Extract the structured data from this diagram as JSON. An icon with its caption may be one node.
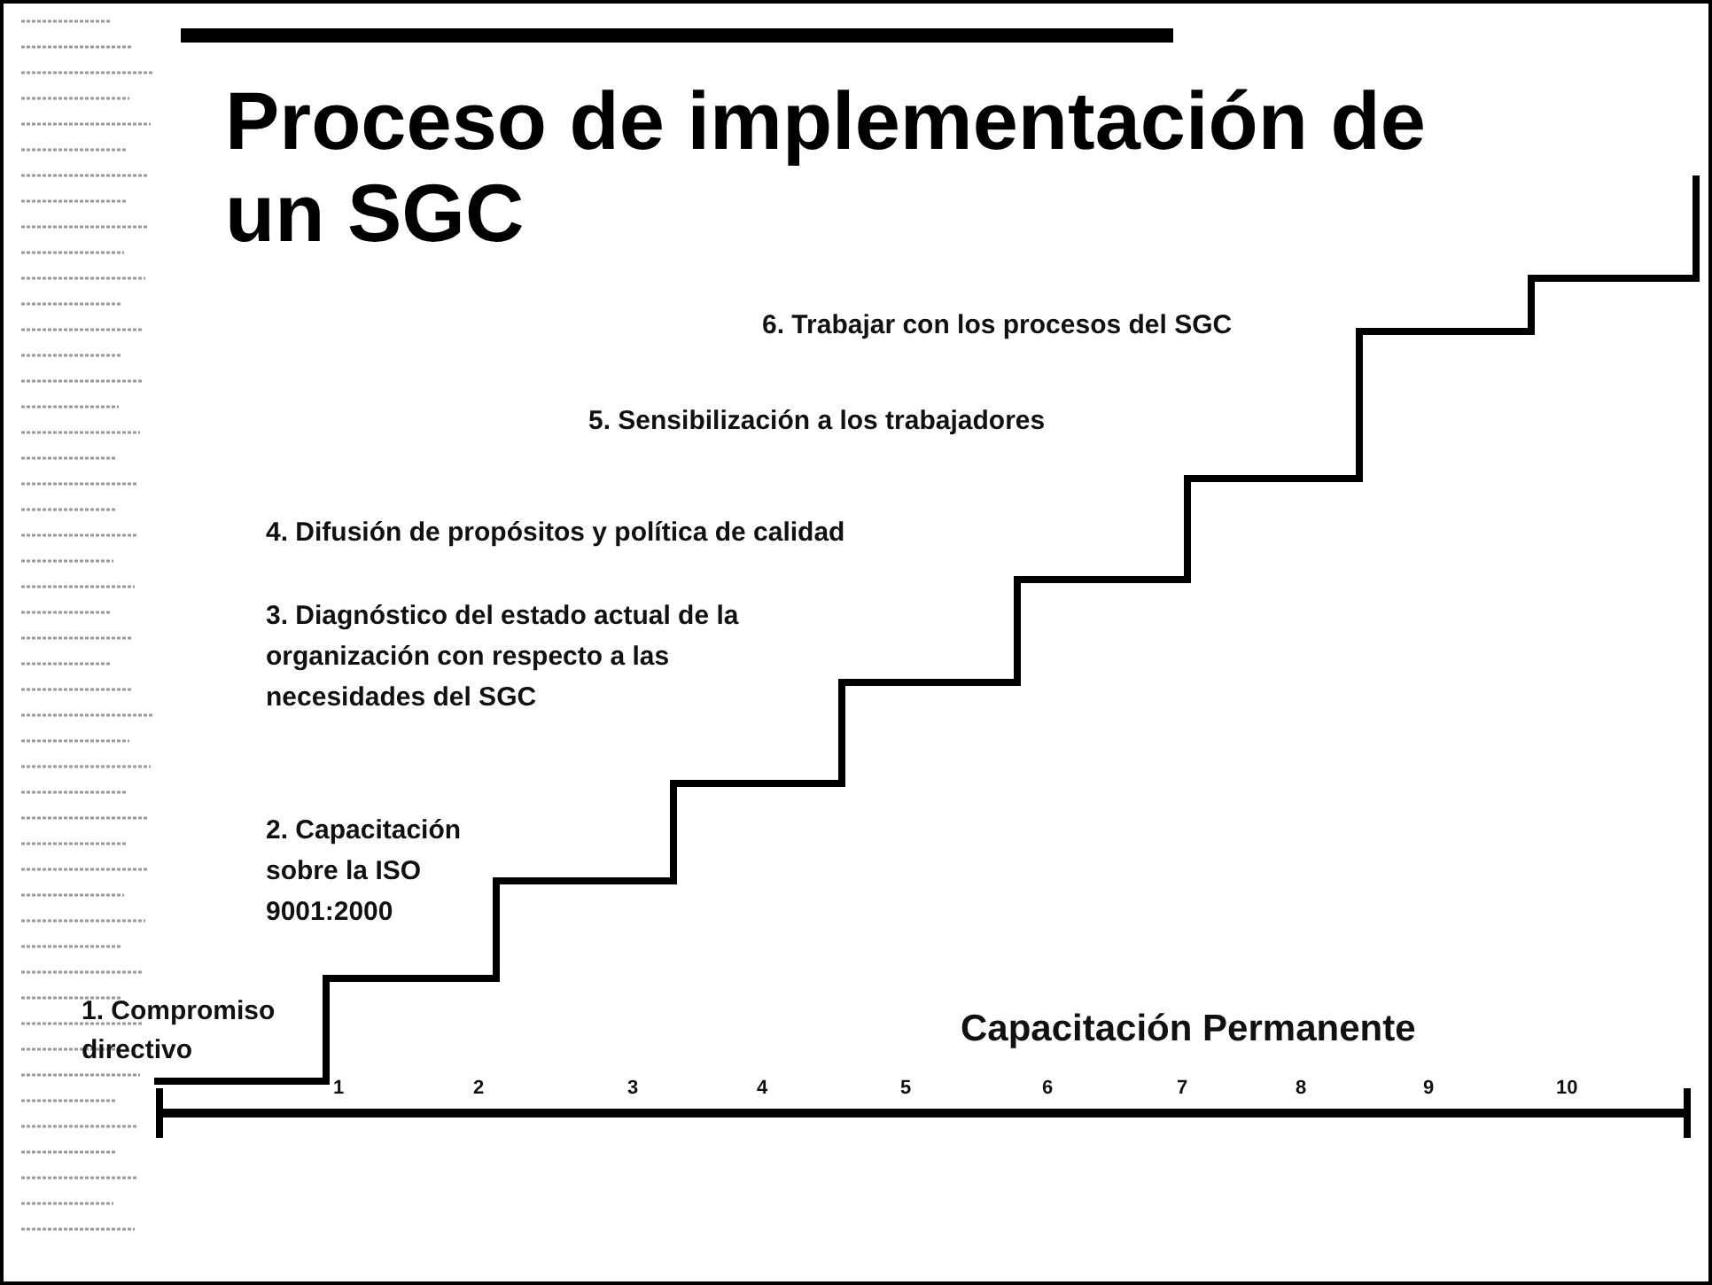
{
  "diagram": {
    "title": "Proceso de implementación de un SGC",
    "labels": [
      "6. Trabajar con los procesos del SGC",
      "5. Sensibilización a los trabajadores",
      "4.  Difusión de propósitos y política de calidad",
      "3. Diagnóstico del estado actual  de la organización con respecto a las necesidades del SGC",
      "2. Capacitación sobre la ISO 9001:2000",
      "1. Compromiso directivo",
      "Capacitación Permanente",
      "1",
      "2",
      "3",
      "4",
      "5",
      "6",
      "7",
      "8",
      "9",
      "10"
    ]
  }
}
